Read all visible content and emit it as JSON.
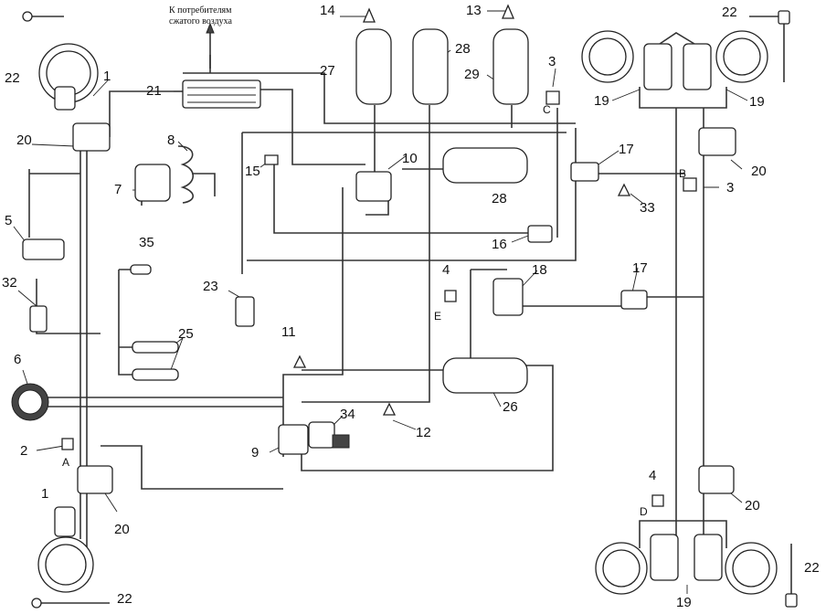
{
  "caption": {
    "line1": "К потребителям",
    "line2": "сжатого воздуха"
  },
  "callouts": {
    "c1_top": "1",
    "c1_bottom": "1",
    "c2": "2",
    "c3_top": "3",
    "c3_right": "3",
    "c4_mid": "4",
    "c4_bottom": "4",
    "c5": "5",
    "c6": "6",
    "c7": "7",
    "c8": "8",
    "c9": "9",
    "c10": "10",
    "c11": "11",
    "c12": "12",
    "c13": "13",
    "c14": "14",
    "c15": "15",
    "c16": "16",
    "c17_top": "17",
    "c17_mid": "17",
    "c18": "18",
    "c19_tl": "19",
    "c19_tr": "19",
    "c19_bottom": "19",
    "c20_left": "20",
    "c20_bl": "20",
    "c20_right": "20",
    "c20_br": "20",
    "c21": "21",
    "c22_tl": "22",
    "c22_tr": "22",
    "c22_bl": "22",
    "c22_br": "22",
    "c23": "23",
    "c25": "25",
    "c26": "26",
    "c27": "27",
    "c28_top": "28",
    "c28_mid": "28",
    "c29": "29",
    "c32": "32",
    "c33": "33",
    "c34": "34",
    "c35": "35"
  },
  "points": {
    "A": "A",
    "B": "B",
    "C": "C",
    "D": "D",
    "E": "E"
  }
}
